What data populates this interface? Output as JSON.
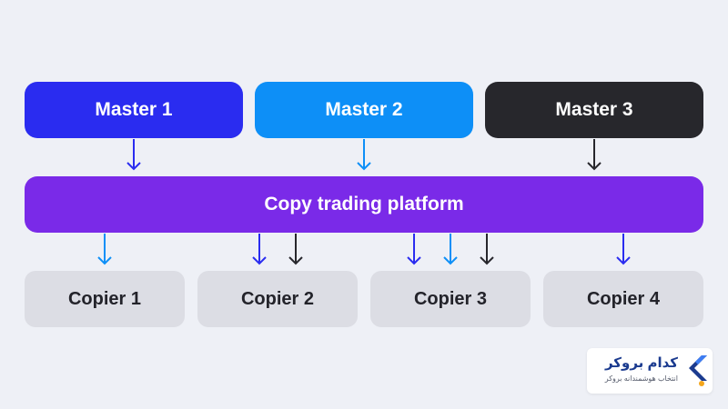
{
  "masters": [
    {
      "label": "Master 1",
      "color": "#2a2cf0"
    },
    {
      "label": "Master 2",
      "color": "#0d8ff7"
    },
    {
      "label": "Master 3",
      "color": "#27272c"
    }
  ],
  "platform": {
    "label": "Copy trading platform",
    "color": "#7a2ae8"
  },
  "copiers": [
    {
      "label": "Copier 1"
    },
    {
      "label": "Copier 2"
    },
    {
      "label": "Copier 3"
    },
    {
      "label": "Copier 4"
    }
  ],
  "links": [
    {
      "from": "Master 1",
      "to": "Copy trading platform"
    },
    {
      "from": "Master 2",
      "to": "Copy trading platform"
    },
    {
      "from": "Master 3",
      "to": "Copy trading platform"
    },
    {
      "from": "Master 2",
      "to": "Copier 1"
    },
    {
      "from": "Master 1",
      "to": "Copier 2"
    },
    {
      "from": "Master 3",
      "to": "Copier 2"
    },
    {
      "from": "Master 1",
      "to": "Copier 3"
    },
    {
      "from": "Master 2",
      "to": "Copier 3"
    },
    {
      "from": "Master 3",
      "to": "Copier 3"
    },
    {
      "from": "Master 1",
      "to": "Copier 4"
    }
  ],
  "watermark": {
    "title": "کدام بروکر",
    "subtitle": "انتخاب هوشمندانه بروکر",
    "brand_color": "#1b3b8f",
    "accent_color": "#f4a61c"
  }
}
